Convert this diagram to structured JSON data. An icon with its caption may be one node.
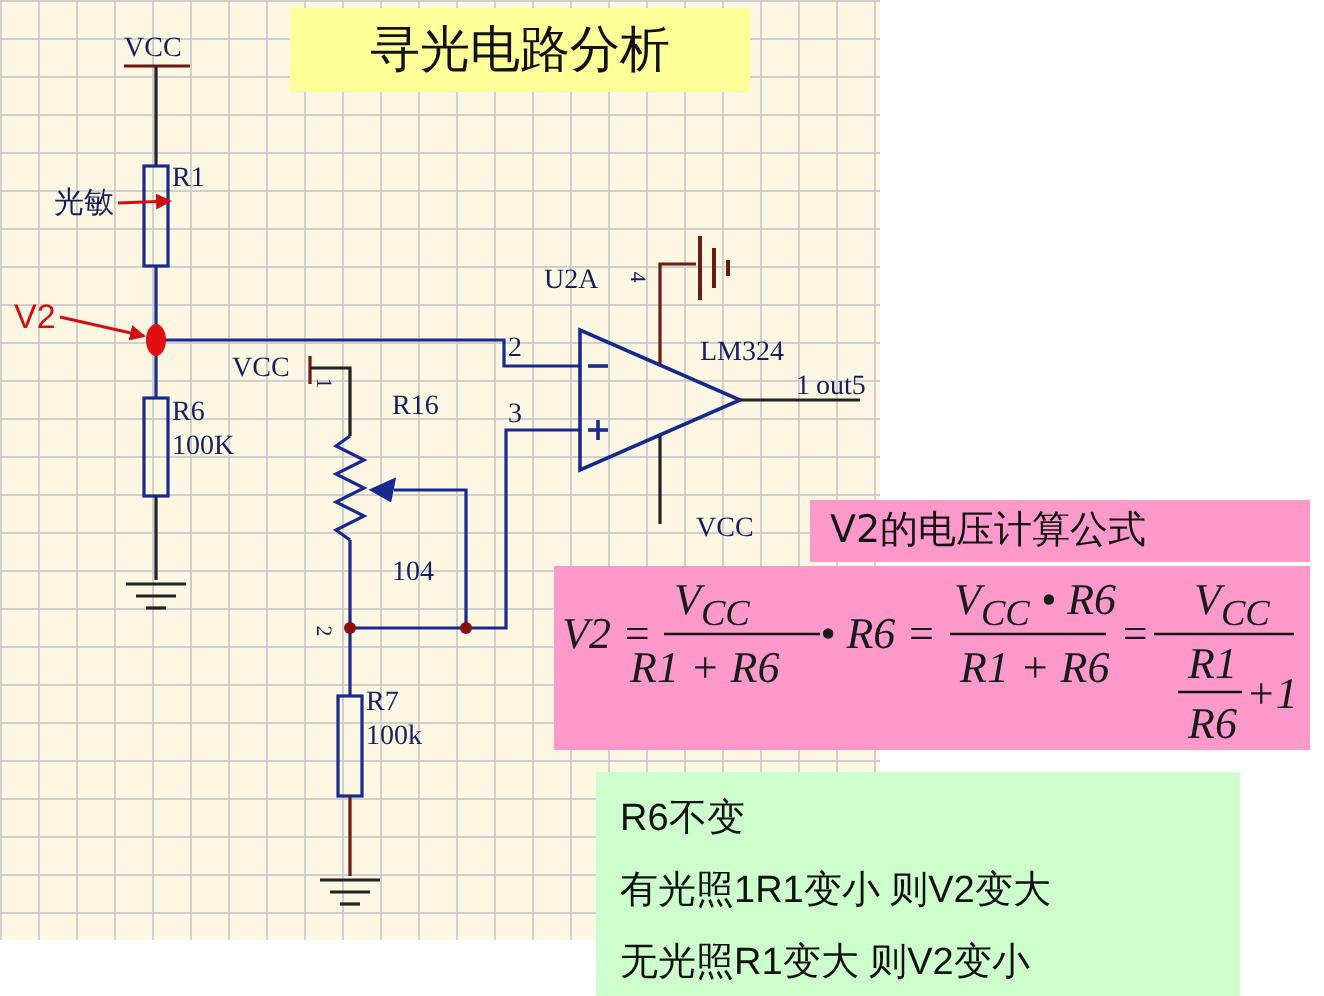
{
  "diagram": {
    "title": "寻光电路分析",
    "nodes": [
      {
        "text": [
          "光敏"
        ]
      },
      {
        "text": [],
        "shape": "box"
      },
      {
        "text": [
          "V2"
        ]
      },
      {
        "text": [],
        "shape": "circle"
      },
      {
        "text": [
          "V2的电压计算公式"
        ]
      },
      {
        "text": [
          "V2 =",
          "V$_{CC}$",
          "R1 + R6",
          "• R6 =",
          "V$_{CC}$ • R6",
          "R1 + R6",
          "=",
          "V$_{CC}$",
          "R1",
          "R6",
          "+1"
        ]
      },
      {
        "text": [
          "R6不变",
          "有光照1R1变小 则V2变大",
          "无光照R1变大 则V2变小"
        ]
      }
    ],
    "edges": [
      {
        "from": 0,
        "to": 1,
        "arrow": "to"
      },
      {
        "from": 2,
        "to": 3,
        "arrow": "to"
      }
    ],
    "labels": [
      "VCC",
      "R1",
      "R6",
      "100K",
      "VCC",
      "1",
      "R16",
      "104",
      "2",
      "R7",
      "100k",
      "U2A",
      "4",
      "LM324",
      "1",
      "out5",
      "2",
      "3",
      "VCC"
    ]
  }
}
